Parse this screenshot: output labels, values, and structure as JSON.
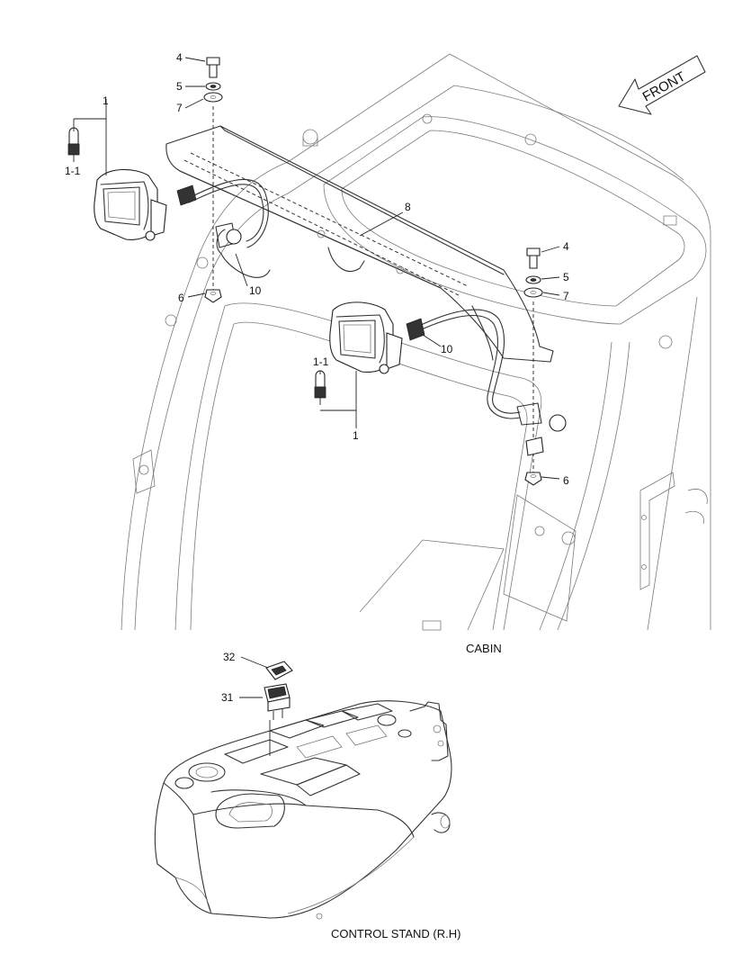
{
  "captions": {
    "cabin": "CABIN",
    "control_stand": "CONTROL STAND (R.H)",
    "front_arrow": "FRONT"
  },
  "labels": {
    "bolt_top": "4",
    "washer_spring_top": "5",
    "washer_flat_top": "7",
    "lamp_left": "1",
    "bulb_left": "1-1",
    "bracket": "8",
    "nut_left": "6",
    "harness_left": "10",
    "bolt_right": "4",
    "washer_spring_right": "5",
    "washer_flat_right": "7",
    "harness_right": "10",
    "bulb_right": "1-1",
    "lamp_right": "1",
    "nut_right": "6",
    "switch_cover": "32",
    "switch": "31"
  }
}
